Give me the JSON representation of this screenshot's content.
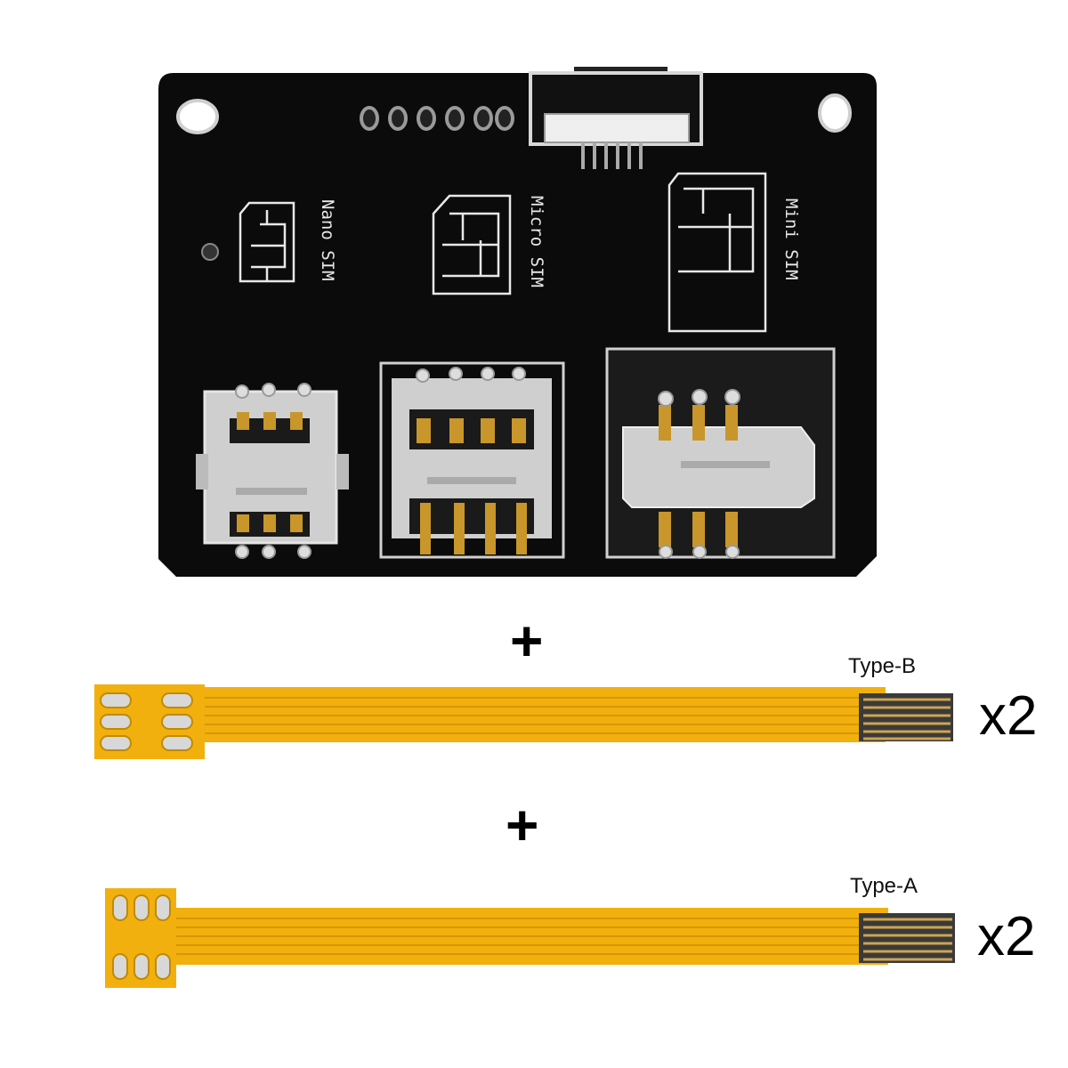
{
  "board": {
    "slot_labels": [
      "Nano SIM",
      "Micro SIM",
      "Mini SIM"
    ],
    "colors": {
      "pcb": "#0b0b0b",
      "silkscreen": "#e8e8e8",
      "metal": "#c9c9c9",
      "gold": "#c8962a"
    }
  },
  "separators": [
    "+",
    "+"
  ],
  "cables": [
    {
      "type_label": "Type-B",
      "quantity": "x2",
      "color": "#f2b00f"
    },
    {
      "type_label": "Type-A",
      "quantity": "x2",
      "color": "#f2b00f"
    }
  ]
}
